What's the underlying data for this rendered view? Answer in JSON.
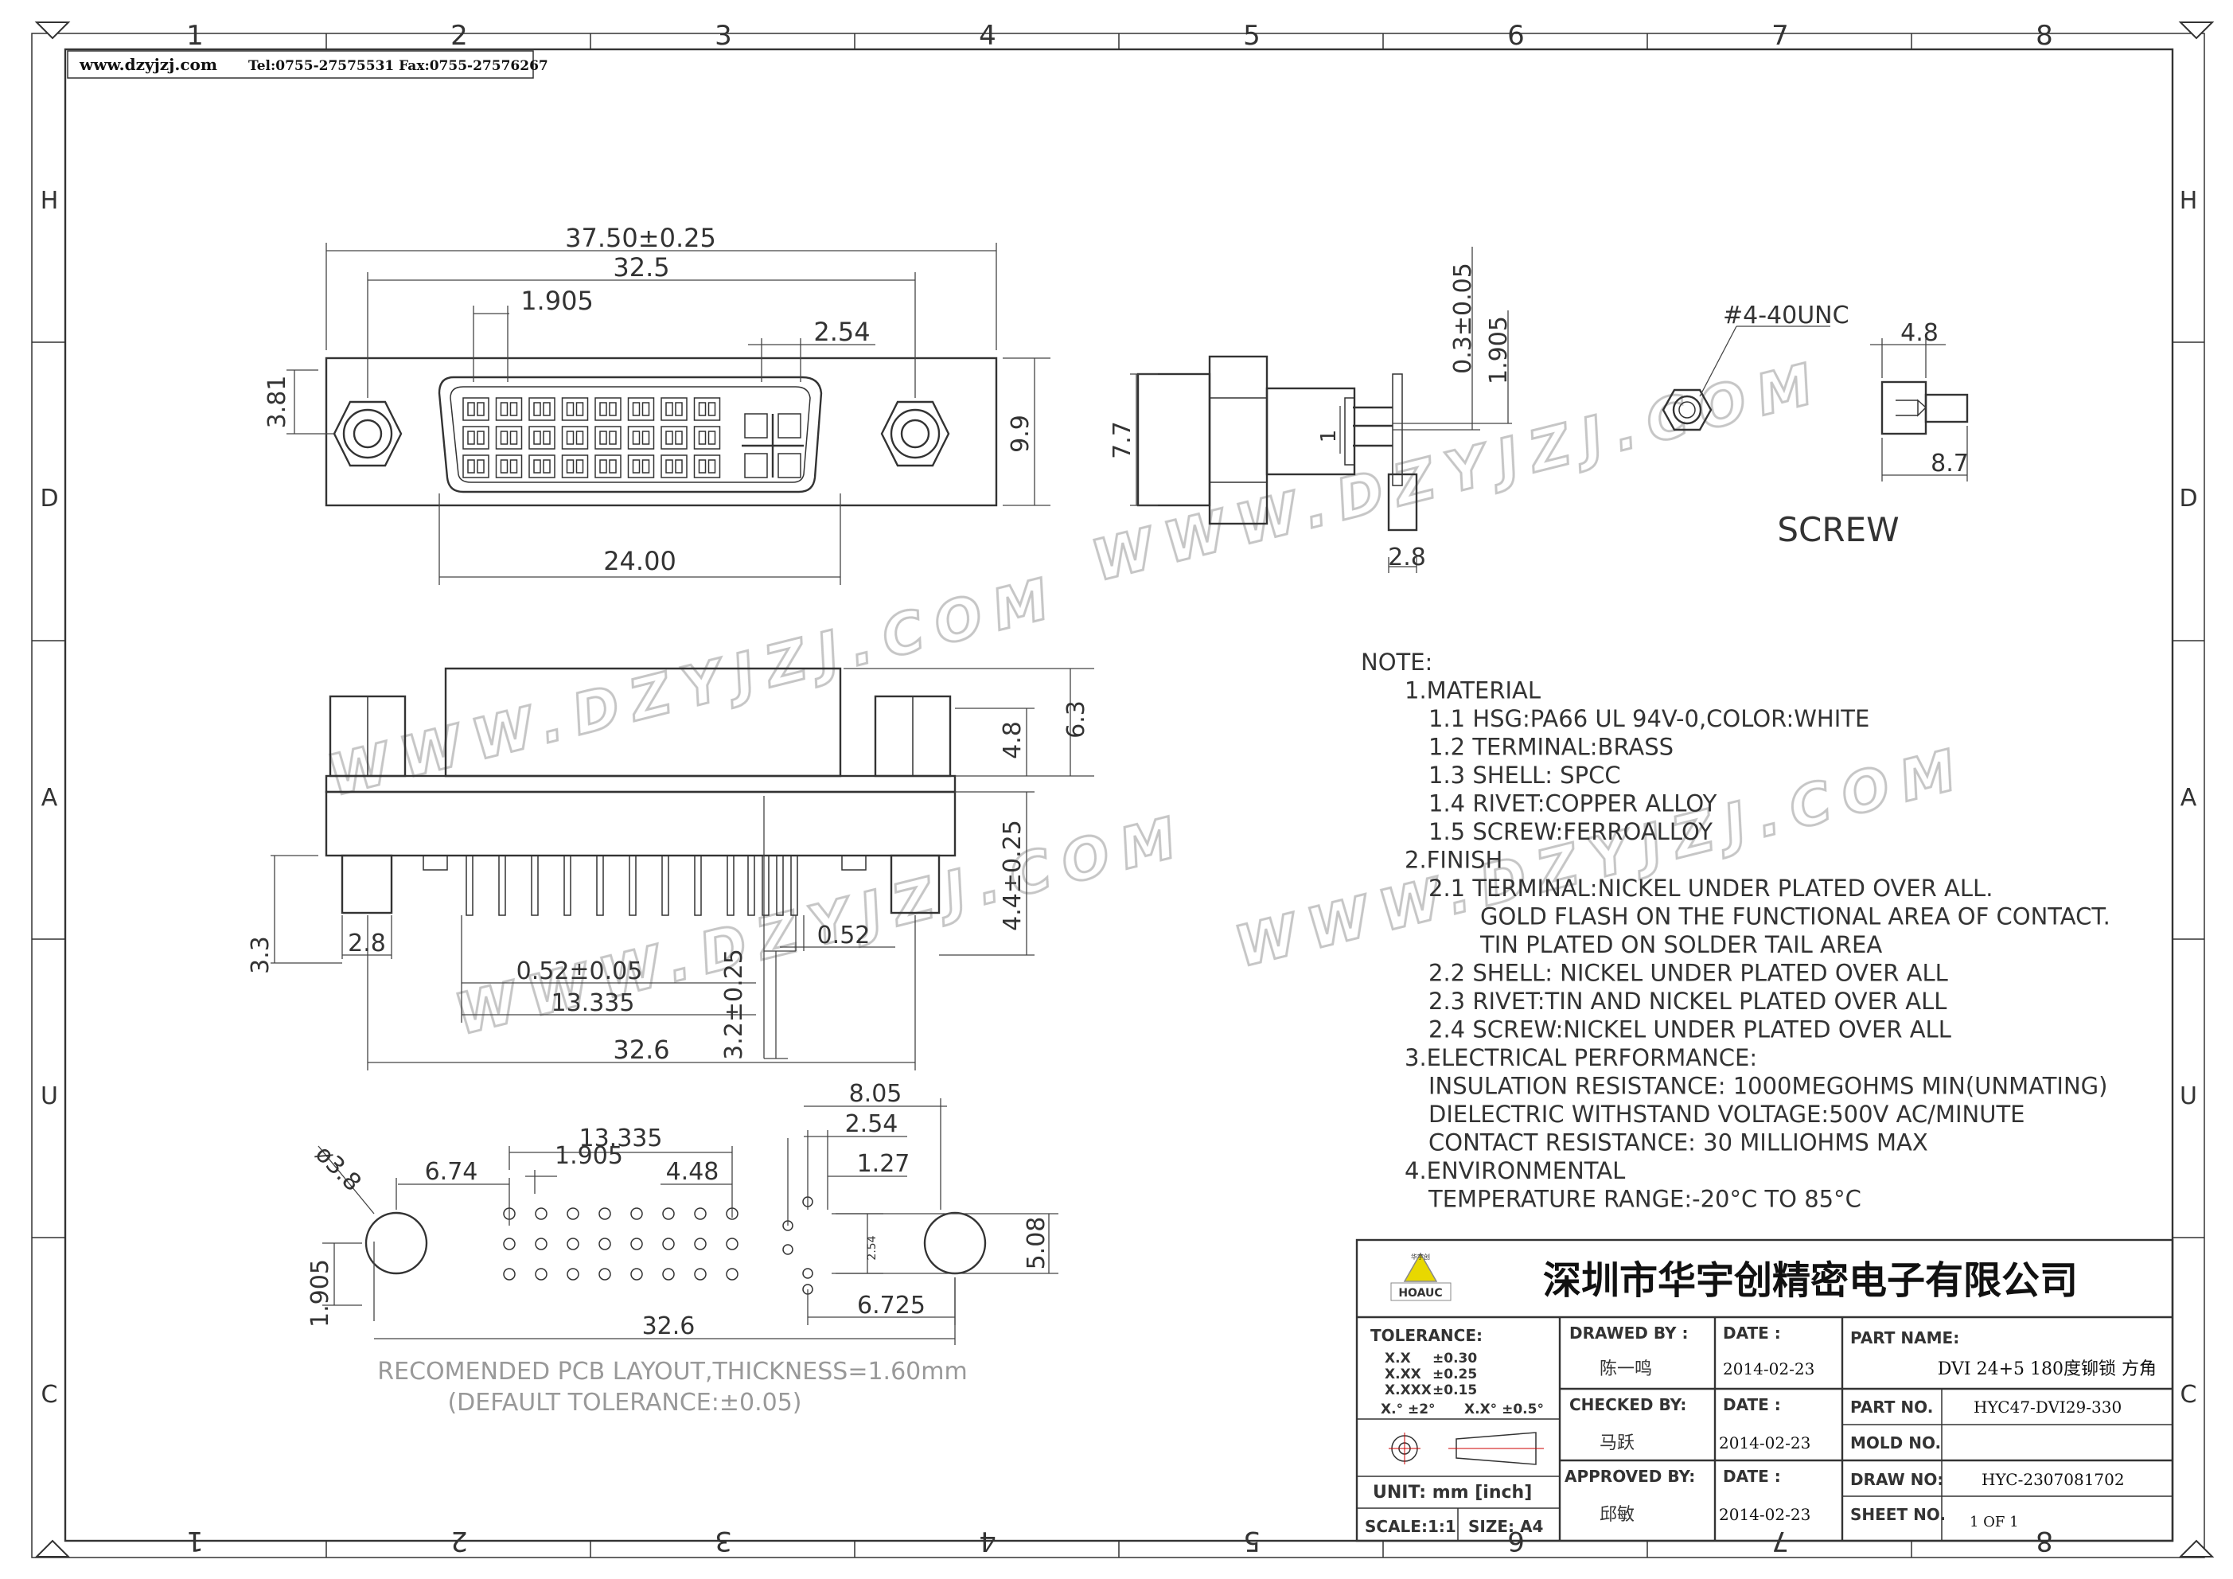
{
  "header": {
    "website": "www.dzyjzj.com",
    "contact": "Tel:0755-27575531  Fax:0755-27576267"
  },
  "border": {
    "columns_top": [
      "1",
      "2",
      "3",
      "4",
      "5",
      "6",
      "7",
      "8"
    ],
    "columns_bottom": [
      "8",
      "7",
      "6",
      "5",
      "4",
      "3",
      "2",
      "1"
    ],
    "rows_left": [
      "H",
      "D",
      "A",
      "U",
      "C"
    ],
    "rows_right": [
      "H",
      "D",
      "A",
      "U",
      "C"
    ]
  },
  "watermark": "WWW.DZYJZJ.COM",
  "front_view": {
    "dims": {
      "overall": "37.50±0.25",
      "mount_pitch": "32.5",
      "pin_pitch": "1.905",
      "c5_pitch": "2.54",
      "left_height": "3.81",
      "right_height": "9.9",
      "shell_width": "24.00"
    }
  },
  "side_view": {
    "dims": {
      "top1": "0.3±0.05",
      "top2": "1.905",
      "height": "7.7",
      "small": "1",
      "base": "2.8"
    }
  },
  "screw_view": {
    "thread": "#4-40UNC",
    "hex": "4.8",
    "length": "8.7",
    "label": "SCREW"
  },
  "lower_view": {
    "dims": {
      "shell_h": "4.8",
      "total_h": "6.3",
      "tail": "4.4±0.25",
      "post": "3.3",
      "post_w": "2.8",
      "pin_w": "0.52±0.05",
      "row_pitch": "13.335",
      "tail_len": "3.2±0.25",
      "pin_dia": "0.52",
      "width": "32.6"
    }
  },
  "pcb_layout": {
    "dims": {
      "hole": "ø3.8",
      "d1": "6.74",
      "d2": "13.335",
      "d3": "1.905",
      "d4": "4.48",
      "d5": "8.05",
      "d6": "2.54",
      "d7": "1.27",
      "d8": "2.54",
      "d9": "5.08",
      "d10": "6.725",
      "d11": "1.905",
      "d12": "32.6"
    },
    "caption1": "RECOMENDED  PCB  LAYOUT,THICKNESS=1.60mm",
    "caption2": "(DEFAULT  TOLERANCE:±0.05)"
  },
  "notes": [
    {
      "text": "NOTE:",
      "indent": 0
    },
    {
      "text": "1.MATERIAL",
      "indent": 1
    },
    {
      "text": "1.1  HSG:PA66  UL  94V-0,COLOR:WHITE",
      "indent": 2
    },
    {
      "text": "1.2  TERMINAL:BRASS",
      "indent": 2
    },
    {
      "text": "1.3  SHELL:  SPCC",
      "indent": 2
    },
    {
      "text": "1.4  RIVET:COPPER  ALLOY",
      "indent": 2
    },
    {
      "text": "1.5  SCREW:FERROALLOY",
      "indent": 2
    },
    {
      "text": "2.FINISH",
      "indent": 1
    },
    {
      "text": "2.1  TERMINAL:NICKEL  UNDER  PLATED  OVER  ALL.",
      "indent": 2
    },
    {
      "text": "GOLD  FLASH  ON  THE  FUNCTIONAL  AREA  OF  CONTACT.",
      "indent": 3
    },
    {
      "text": "TIN  PLATED  ON  SOLDER  TAIL  AREA",
      "indent": 3
    },
    {
      "text": "2.2  SHELL:  NICKEL  UNDER  PLATED  OVER  ALL",
      "indent": 2
    },
    {
      "text": "2.3  RIVET:TIN  AND  NICKEL  PLATED  OVER  ALL",
      "indent": 2
    },
    {
      "text": "2.4  SCREW:NICKEL  UNDER  PLATED  OVER  ALL",
      "indent": 2
    },
    {
      "text": "3.ELECTRICAL  PERFORMANCE:",
      "indent": 1
    },
    {
      "text": "INSULATION  RESISTANCE:  1000MEGOHMS  MIN(UNMATING)",
      "indent": 2
    },
    {
      "text": "DIELECTRIC  WITHSTAND  VOLTAGE:500V  AC/MINUTE",
      "indent": 2
    },
    {
      "text": "CONTACT  RESISTANCE:  30  MILLIOHMS  MAX",
      "indent": 2
    },
    {
      "text": "4.ENVIRONMENTAL",
      "indent": 1
    },
    {
      "text": "TEMPERATURE  RANGE:-20°C  TO  85°C",
      "indent": 2
    }
  ],
  "title_block": {
    "company": "深圳市华宇创精密电子有限公司",
    "logo_text": "HOAUC",
    "logo_small": "华宇创",
    "tolerance_label": "TOLERANCE:",
    "tolerances": [
      {
        "k": "X.X",
        "v": "±0.30"
      },
      {
        "k": "X.XX",
        "v": "±0.25"
      },
      {
        "k": "X.XXX",
        "v": "±0.15"
      }
    ],
    "angle1": "X.° ±2°",
    "angle2": "X.X° ±0.5°",
    "unit": "UNIT:  mm  [inch]",
    "scale": "SCALE:1:1",
    "size": "SIZE:  A4",
    "drawn_by_label": "DRAWED  BY  :",
    "drawn_by": "陈一鸣",
    "checked_by_label": "CHECKED  BY:",
    "checked_by": "马跃",
    "approved_by_label": "APPROVED  BY:",
    "approved_by": "邱敏",
    "date_label": "DATE  :",
    "date1": "2014-02-23",
    "date2": "2014-02-23",
    "date3": "2014-02-23",
    "part_name_label": "PART  NAME:",
    "part_name": "DVI  24+5  180度铆锁  方角",
    "part_no_label": "PART  NO.",
    "part_no": "HYC47-DVI29-330",
    "mold_no_label": "MOLD  NO.",
    "mold_no": "",
    "draw_no_label": "DRAW  NO:",
    "draw_no": "HYC-2307081702",
    "sheet_no_label": "SHEET  NO.",
    "sheet_no": "1  OF  1"
  }
}
